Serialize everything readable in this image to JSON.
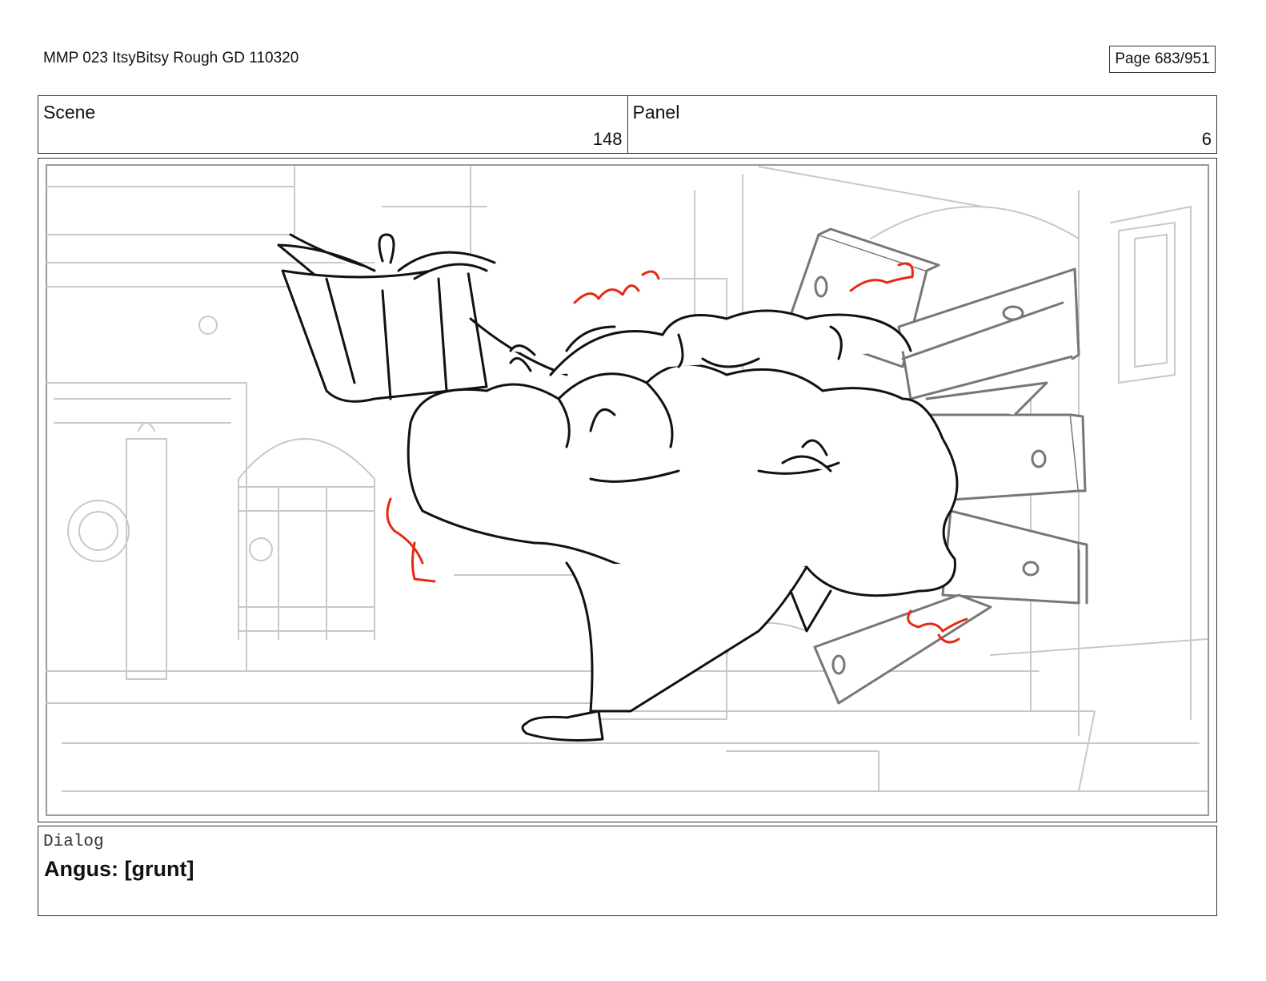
{
  "header": {
    "doc_title": "MMP 023 ItsyBitsy Rough GD 110320",
    "page_label": "Page 683/951"
  },
  "info": {
    "scene_label": "Scene",
    "scene_value": "148",
    "panel_label": "Panel",
    "panel_value": "6"
  },
  "dialog": {
    "label": "Dialog",
    "text": "Angus: [grunt]"
  },
  "colors": {
    "ink": "#111111",
    "background_lines": "#c8c8c8",
    "prop_grey": "#777777",
    "action_red": "#e52b12"
  }
}
